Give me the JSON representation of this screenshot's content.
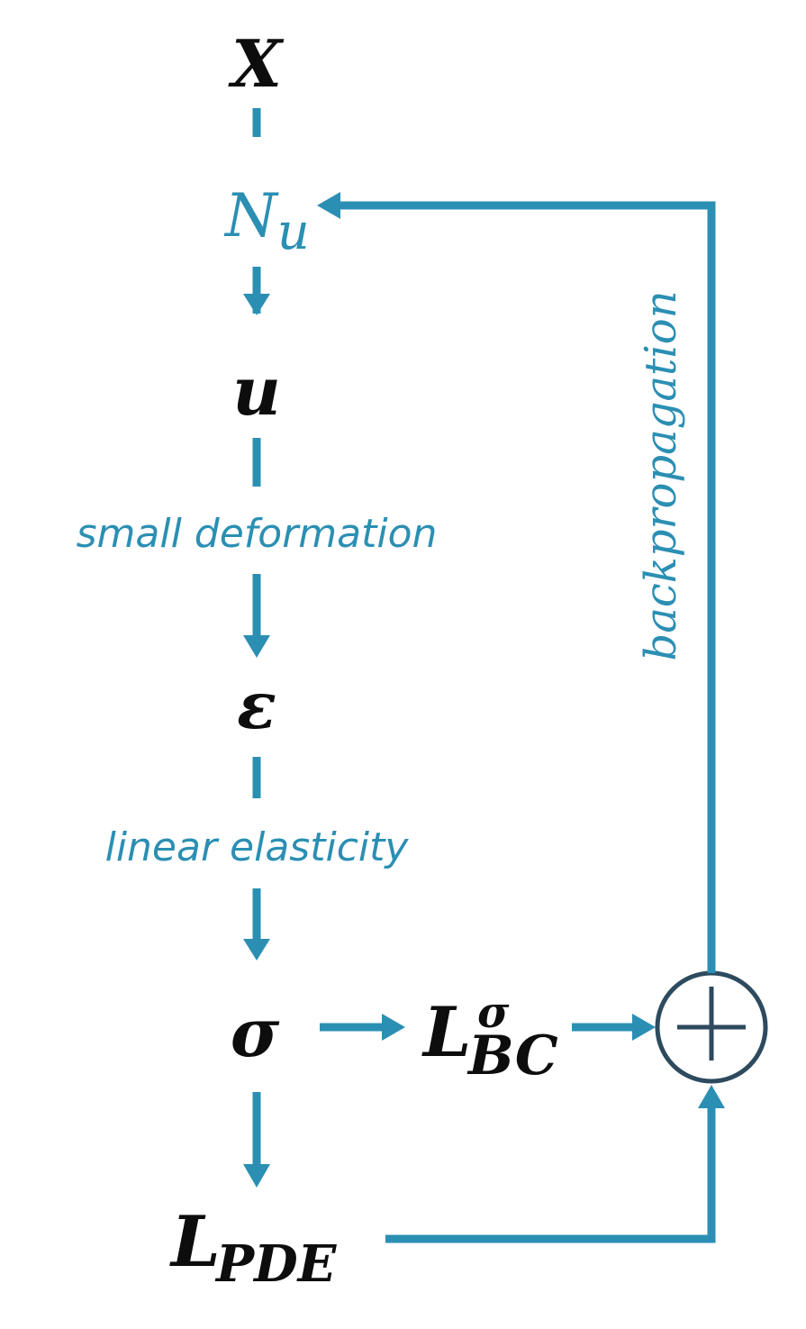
{
  "colors": {
    "accent": "#2b8fb3",
    "text": "#0d0d0d",
    "circle": "#2d4a5e"
  },
  "nodes": {
    "x": "X",
    "nu_base": "N",
    "nu_sub": "u",
    "u": "u",
    "epsilon": "ε",
    "sigma": "σ",
    "lbc_base": "L",
    "lbc_sup": "σ",
    "lbc_sub": "BC",
    "lpde_base": "L",
    "lpde_sub": "PDE"
  },
  "labels": {
    "small_deformation": "small deformation",
    "linear_elasticity": "linear elasticity",
    "backpropagation": "backpropagation"
  },
  "icons": {
    "sum": "circled-plus-icon"
  }
}
